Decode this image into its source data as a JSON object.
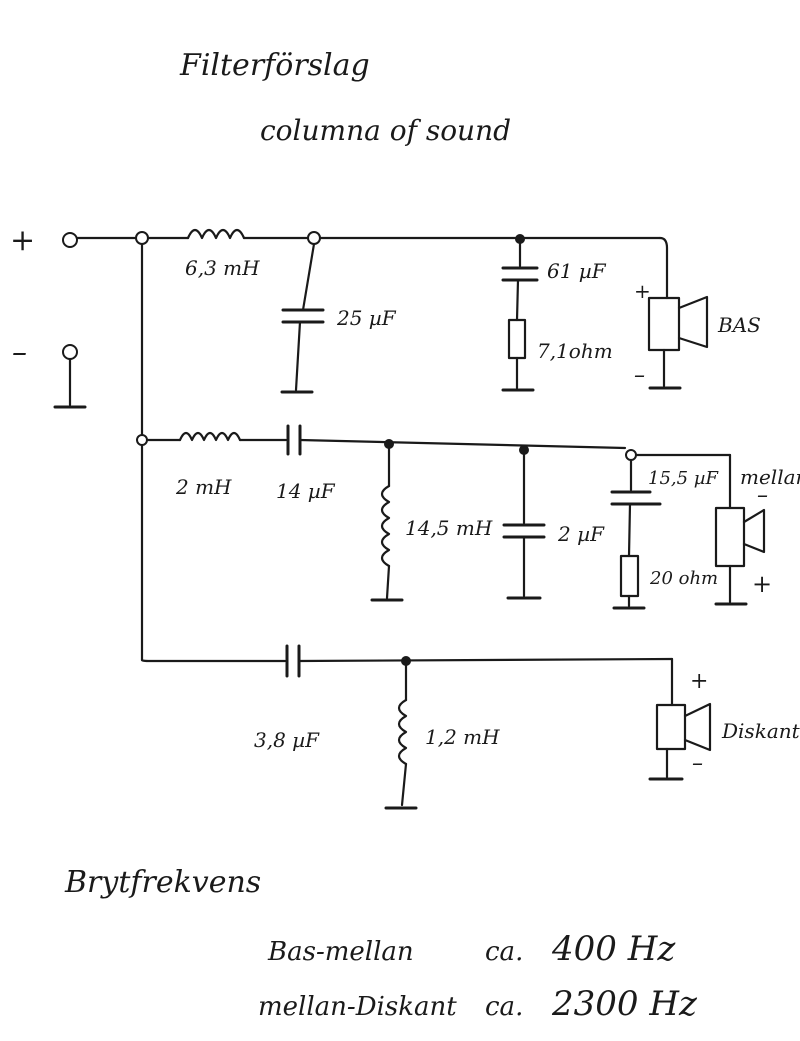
{
  "title": "Filterförslag",
  "subtitle": "columna of sound",
  "terminals": {
    "plus": "+",
    "minus": "–"
  },
  "bass_section": {
    "inductor": "6,3 mH",
    "shunt_cap": "25 µF",
    "zobel_cap": "61 µF",
    "zobel_res": "7,1ohm",
    "speaker_label": "BAS",
    "speaker_plus": "+",
    "speaker_minus": "–"
  },
  "mid_section": {
    "inductor": "2 mH",
    "series_cap": "14 µF",
    "shunt_inductor": "14,5 mH",
    "shunt_cap": "2 µF",
    "zobel_cap": "15,5 µF",
    "zobel_res": "20 ohm",
    "speaker_label": "mellan",
    "speaker_plus": "+",
    "speaker_minus": "–"
  },
  "tweeter_section": {
    "series_cap": "3,8 µF",
    "shunt_inductor": "1,2 mH",
    "speaker_label": "Diskant",
    "speaker_plus": "+",
    "speaker_minus": "–"
  },
  "crossover": {
    "heading": "Brytfrekvens",
    "rows": [
      {
        "label": "Bas-mellan",
        "prefix": "ca.",
        "value": "400 Hz"
      },
      {
        "label": "mellan-Diskant",
        "prefix": "ca.",
        "value": "2300 Hz"
      }
    ]
  }
}
